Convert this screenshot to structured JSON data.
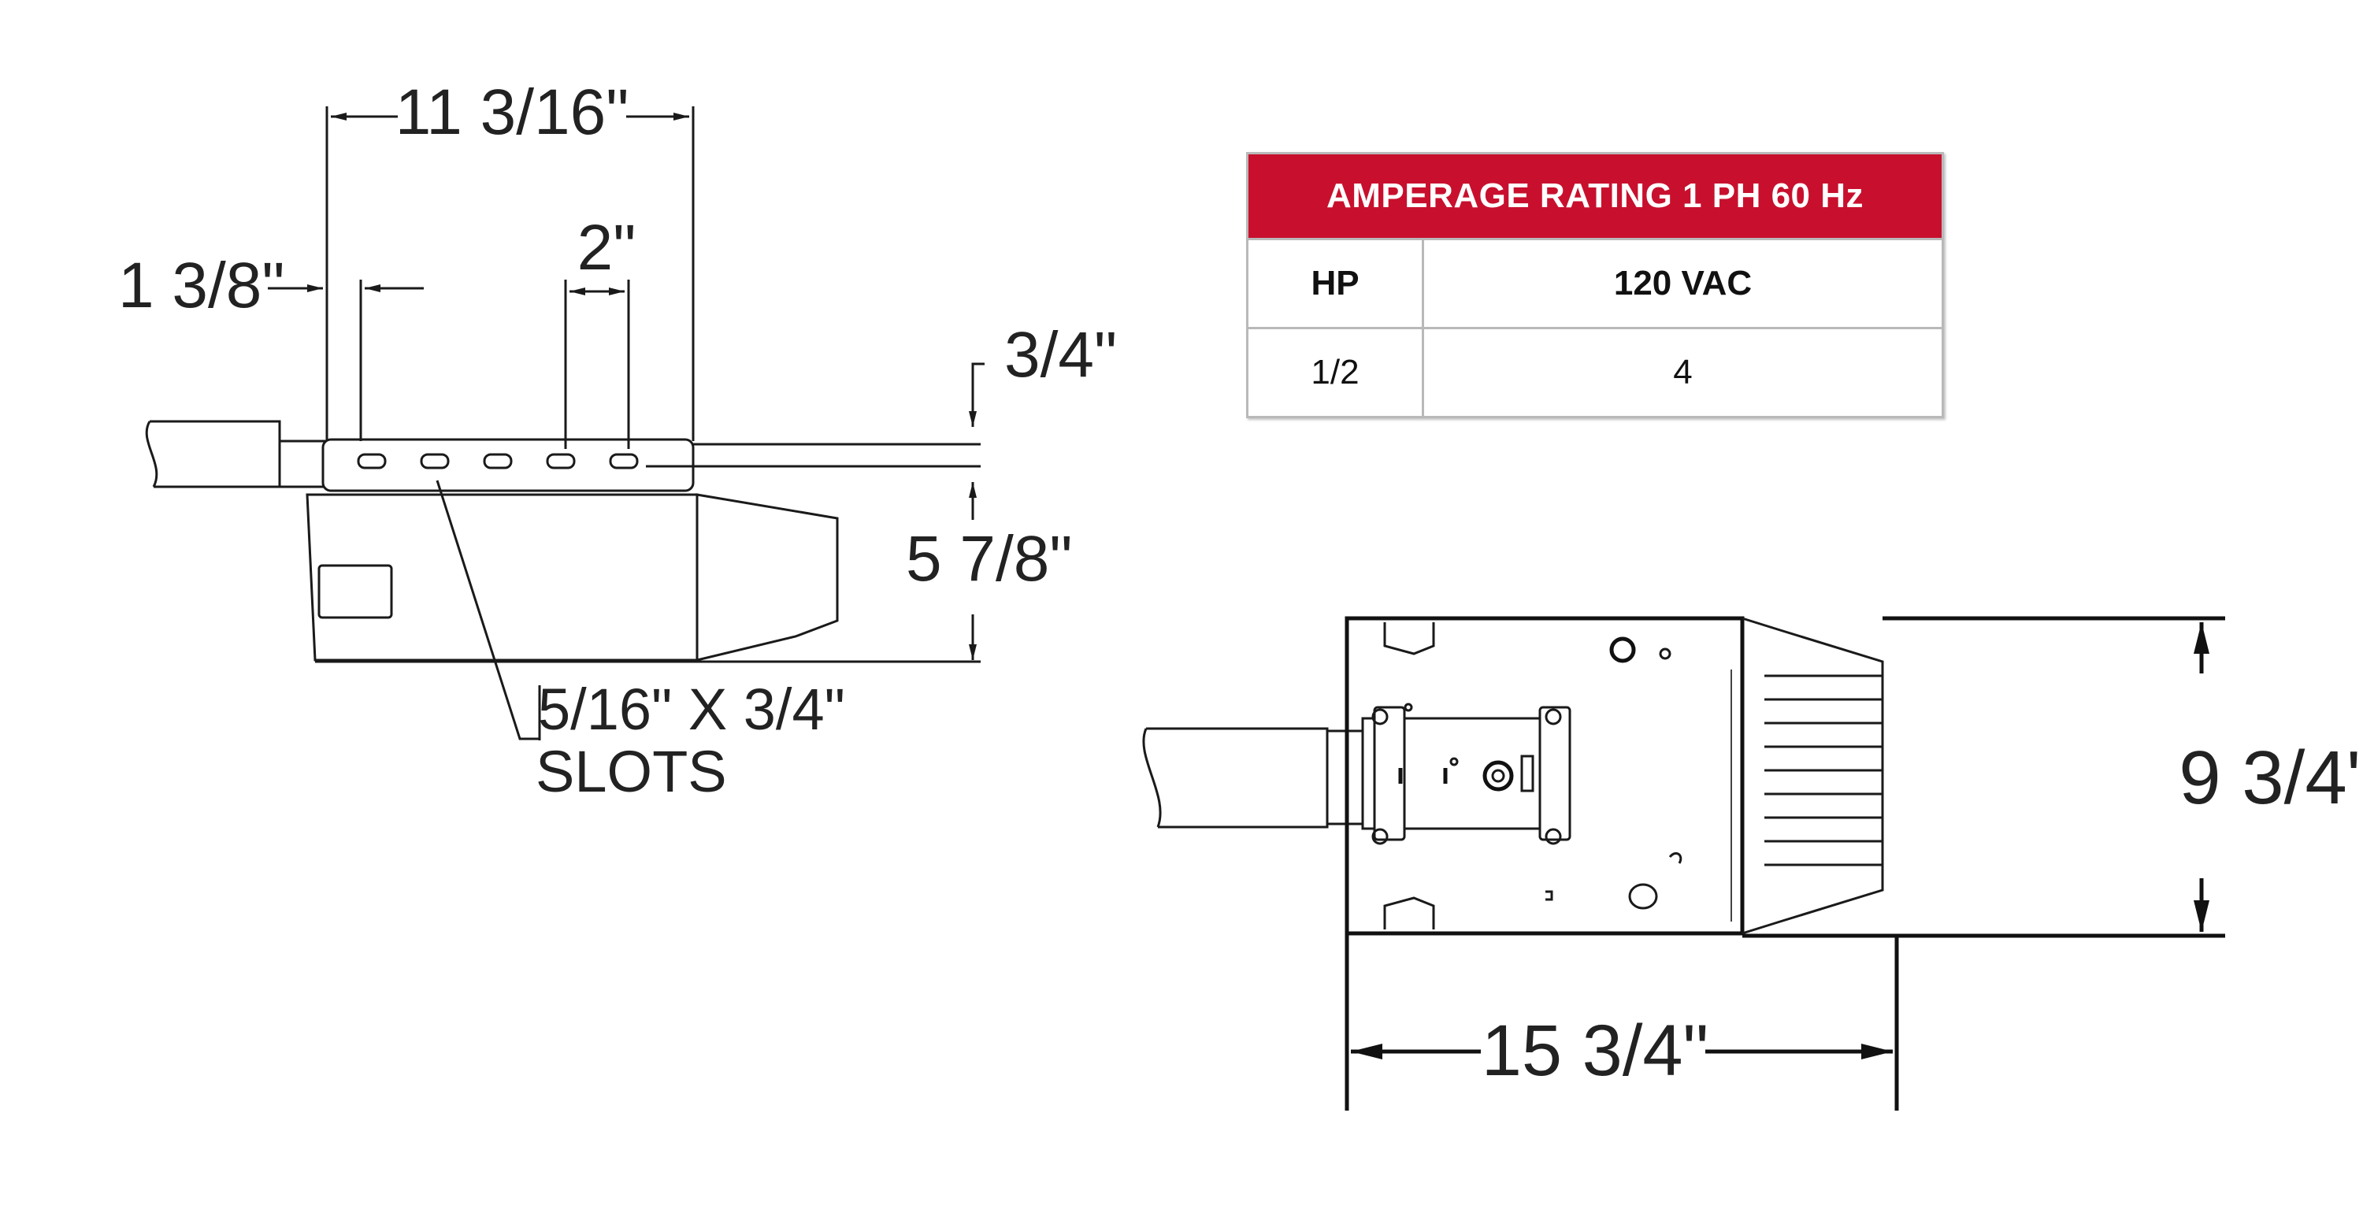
{
  "side_view": {
    "dim_overall_length": "11 3/16\"",
    "dim_first_slot_offset": "1 3/8\"",
    "dim_slot_spacing": "2\"",
    "dim_rail_height": "3/4\"",
    "dim_housing_height": "5 7/8\"",
    "slot_callout_line1": "5/16\" X 3/4\"",
    "slot_callout_line2": "SLOTS"
  },
  "top_view": {
    "dim_width": "15 3/4\"",
    "dim_depth": "9 3/4\""
  },
  "amperage_table": {
    "title": "AMPERAGE RATING 1 PH 60 Hz",
    "header_color": "#c8102e",
    "columns": [
      "HP",
      "120 VAC"
    ],
    "rows": [
      [
        "1/2",
        "4"
      ]
    ]
  }
}
